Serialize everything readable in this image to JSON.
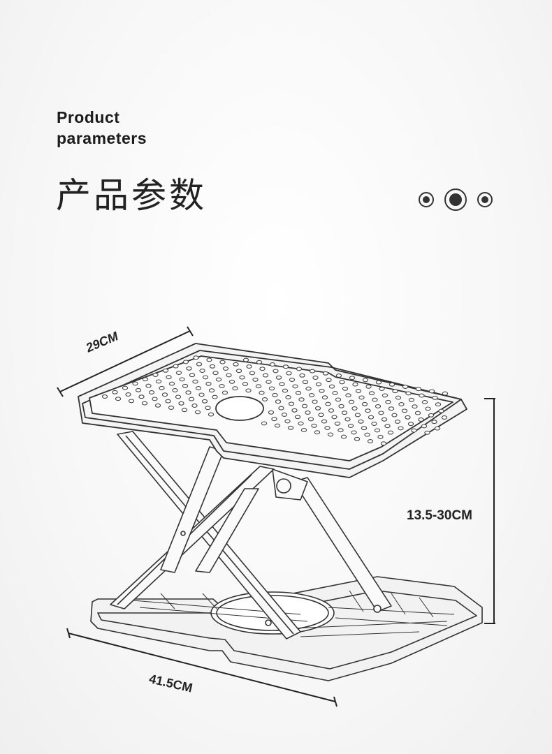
{
  "heading": {
    "en_line1": "Product",
    "en_line2": "parameters",
    "zh": "产品参数"
  },
  "dimensions": {
    "depth": "29CM",
    "height": "13.5-30CM",
    "width": "41.5CM"
  },
  "colors": {
    "ink": "#222222",
    "line": "#333333",
    "platform_fill": "#f2f2f2"
  }
}
